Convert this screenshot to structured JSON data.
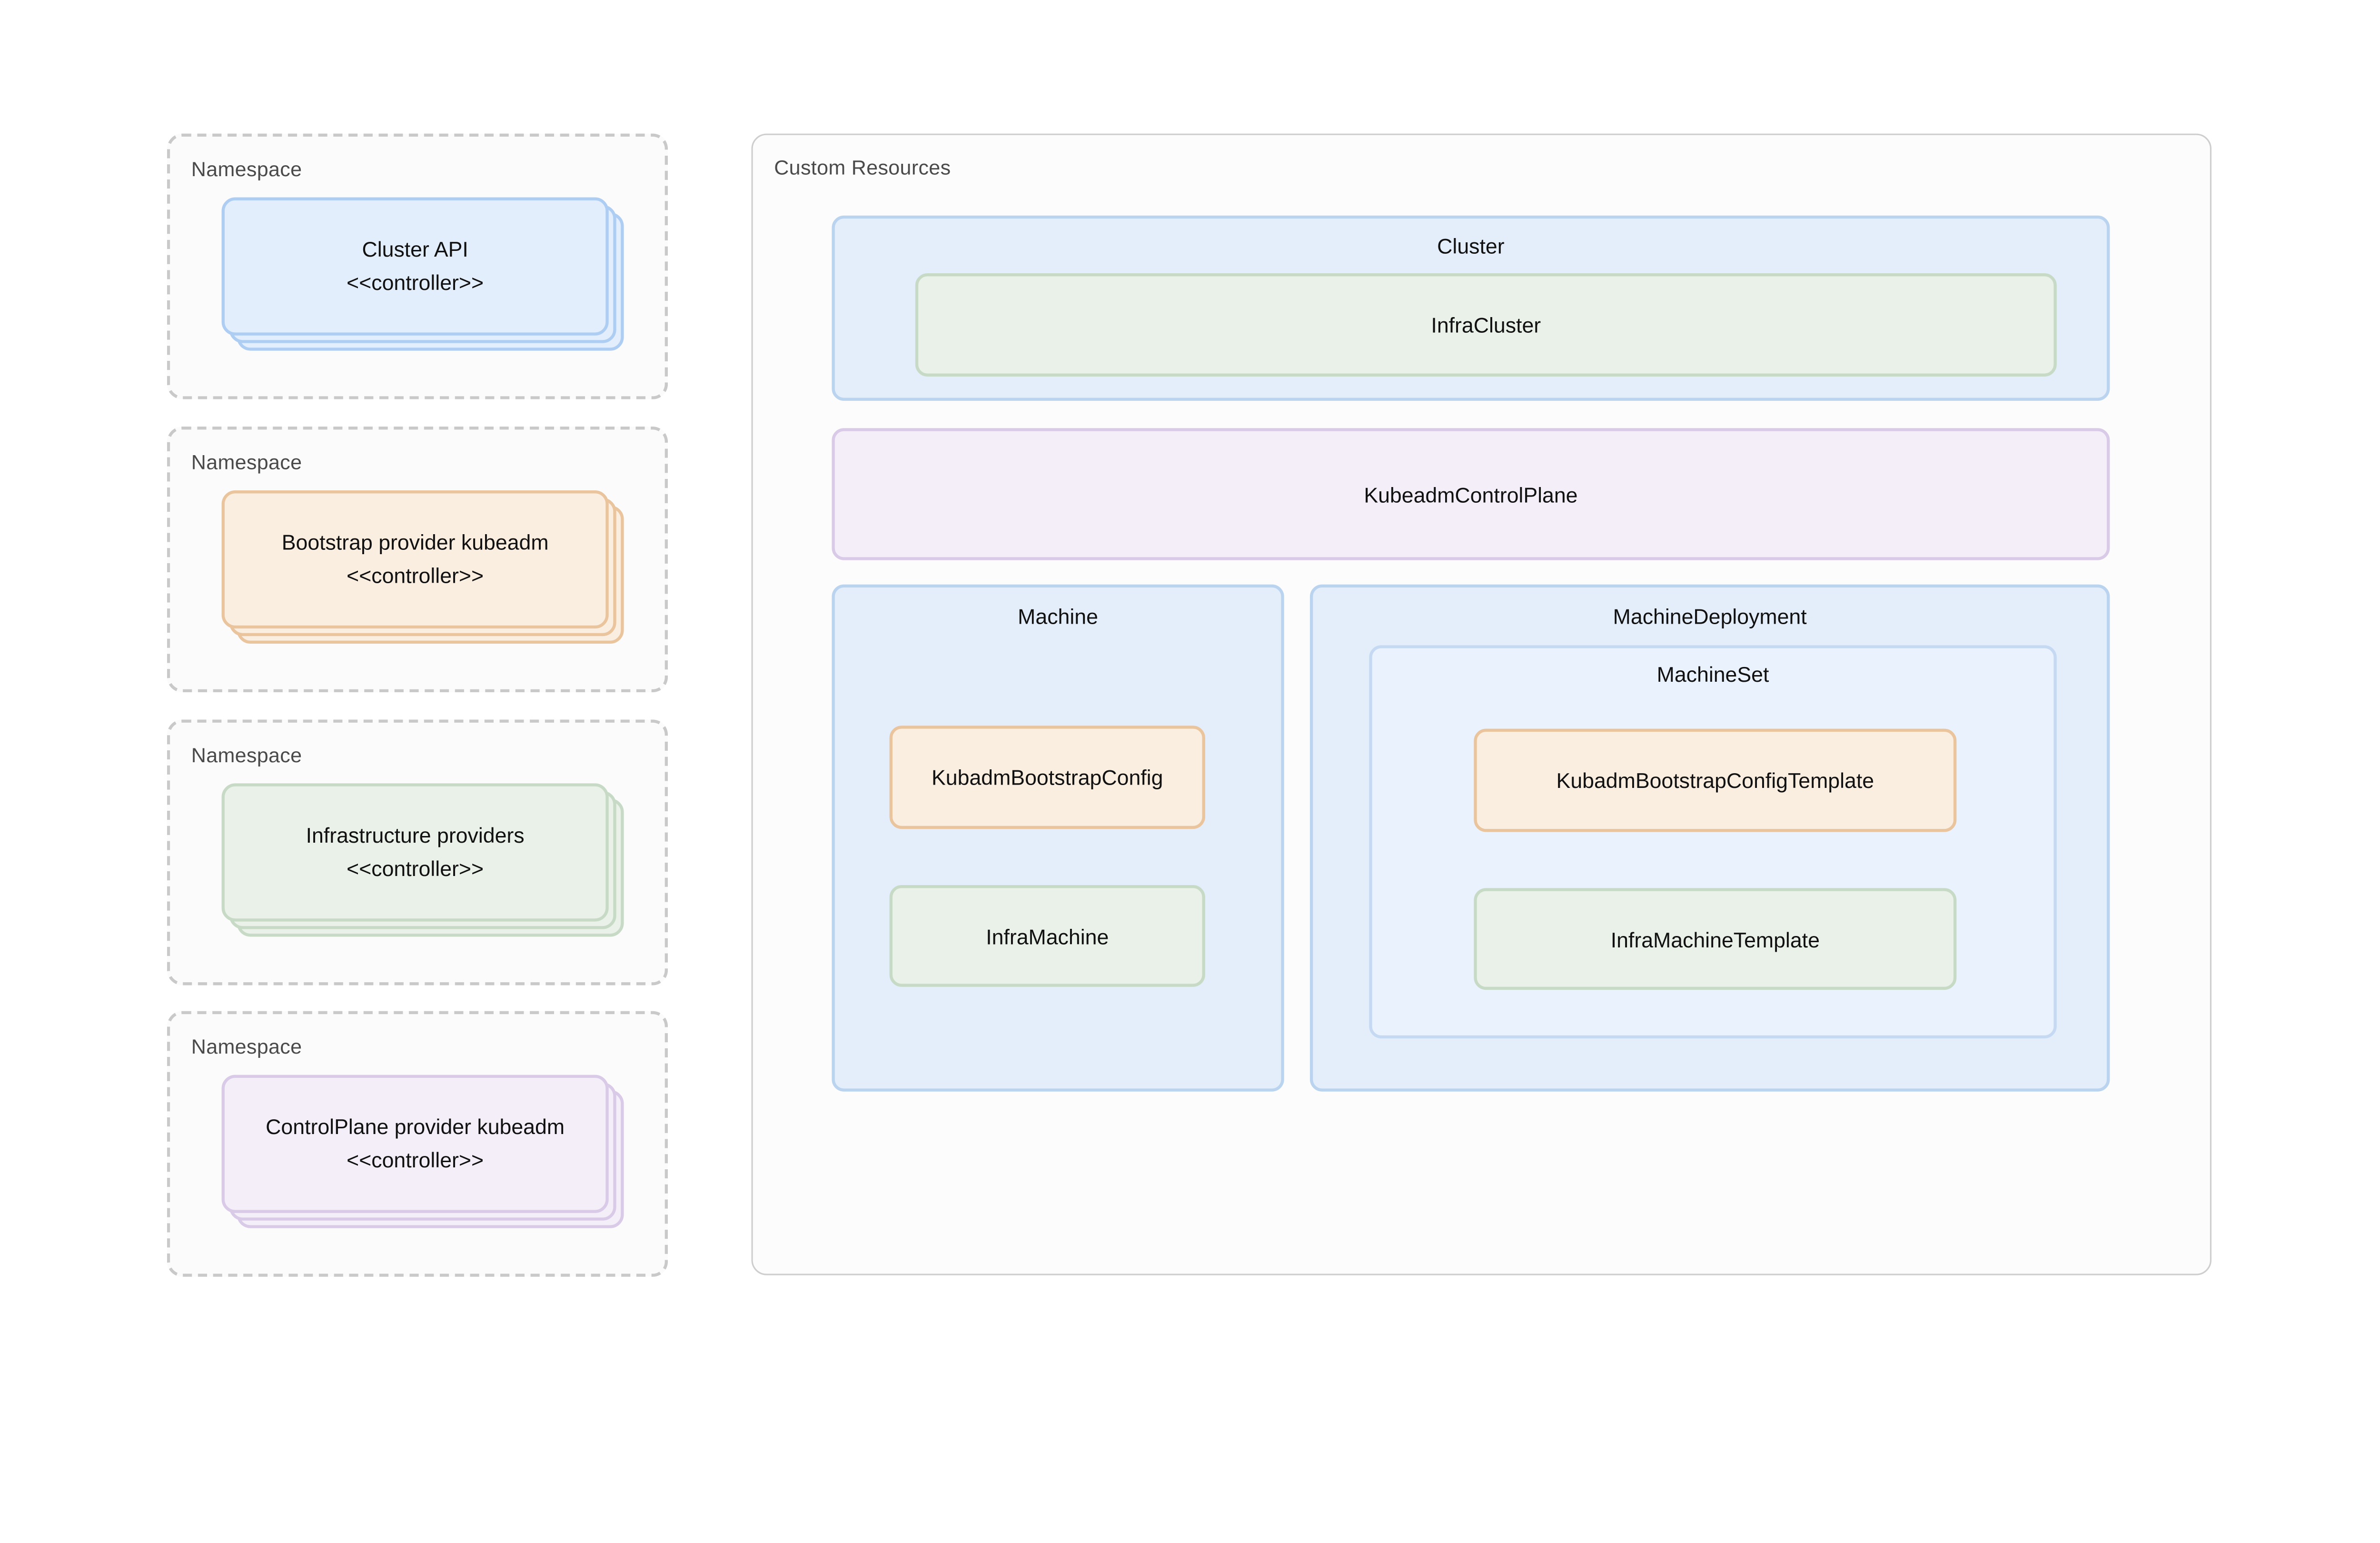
{
  "colors": {
    "text": "#111111",
    "label-gray": "#4a4a4a",
    "ns-bg": "#fbfbfb",
    "ns-border": "#c9c9c9",
    "panel-bg": "#fcfcfc",
    "panel-border": "#cecece",
    "blue-bg": "#e3eefc",
    "blue-border": "#aecdf3",
    "orange-bg": "#faeee1",
    "orange-border": "#e9c49c",
    "green-bg": "#e9f1e9",
    "green-border": "#c7dac5",
    "purple-bg": "#f3eef8",
    "purple-border": "#d9cbe8",
    "container-blue-bg": "#e4eefb",
    "container-blue-border": "#bad4f0",
    "machineset-bg": "#e9f2fd",
    "machineset-border": "#c5daf2"
  },
  "namespaces": [
    {
      "label": "Namespace",
      "title": "Cluster API",
      "stereotype": "<<controller>>",
      "color": "blue"
    },
    {
      "label": "Namespace",
      "title": "Bootstrap provider kubeadm",
      "stereotype": "<<controller>>",
      "color": "orange"
    },
    {
      "label": "Namespace",
      "title": "Infrastructure providers",
      "stereotype": "<<controller>>",
      "color": "green"
    },
    {
      "label": "Namespace",
      "title": "ControlPlane provider kubeadm",
      "stereotype": "<<controller>>",
      "color": "purple"
    }
  ],
  "custom_resources": {
    "label": "Custom Resources",
    "cluster_title": "Cluster",
    "infra_cluster": "InfraCluster",
    "kubeadm_control_plane": "KubeadmControlPlane",
    "machine_title": "Machine",
    "kubadm_bootstrap_config": "KubadmBootstrapConfig",
    "infra_machine": "InfraMachine",
    "machine_deployment_title": "MachineDeployment",
    "machine_set_title": "MachineSet",
    "kubadm_bootstrap_config_template": "KubadmBootstrapConfigTemplate",
    "infra_machine_template": "InfraMachineTemplate"
  }
}
